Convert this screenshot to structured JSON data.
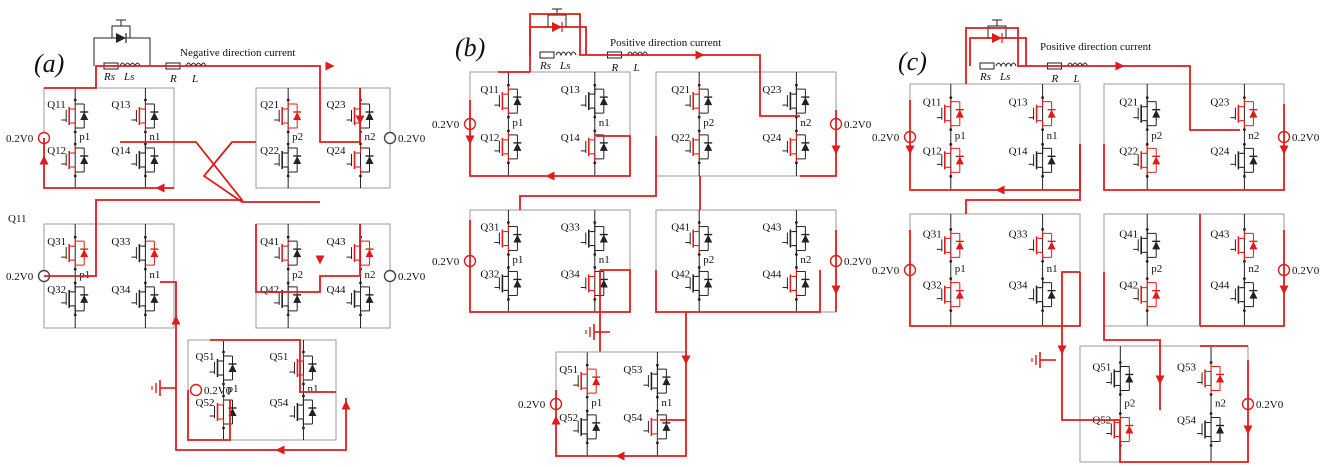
{
  "panels": [
    {
      "label": "(a)",
      "direction": "Negative direction current",
      "rs": "Rs",
      "ls": "Ls",
      "r": "R",
      "l": "L",
      "extra": "Q11",
      "cells": [
        {
          "q": [
            "Q11",
            "Q13",
            "Q12",
            "Q14"
          ],
          "p": "p1",
          "n": "n1",
          "v": "0.2V0",
          "vside": "left"
        },
        {
          "q": [
            "Q21",
            "Q23",
            "Q22",
            "Q24"
          ],
          "p": "p2",
          "n": "n2",
          "v": "0.2V0",
          "vside": "right"
        },
        {
          "q": [
            "Q31",
            "Q33",
            "Q32",
            "Q34"
          ],
          "p": "p1",
          "n": "n1",
          "v": "0.2V0",
          "vside": "left"
        },
        {
          "q": [
            "Q41",
            "Q43",
            "Q42",
            "Q44"
          ],
          "p": "p2",
          "n": "n2",
          "v": "0.2V0",
          "vside": "right"
        },
        {
          "q": [
            "Q51",
            "Q51",
            "Q52",
            "Q54"
          ],
          "p": "p1",
          "n": "n1",
          "v": "0.2V0",
          "vside": "inner"
        }
      ]
    },
    {
      "label": "(b)",
      "direction": "Positive direction current",
      "rs": "Rs",
      "ls": "Ls",
      "r": "R",
      "l": "L",
      "extra": "",
      "cells": [
        {
          "q": [
            "Q11",
            "Q13",
            "Q12",
            "Q14"
          ],
          "p": "p1",
          "n": "n1",
          "v": "0.2V0",
          "vside": "left"
        },
        {
          "q": [
            "Q21",
            "Q23",
            "Q22",
            "Q24"
          ],
          "p": "p2",
          "n": "n2",
          "v": "0.2V0",
          "vside": "right"
        },
        {
          "q": [
            "Q31",
            "Q33",
            "Q32",
            "Q34"
          ],
          "p": "p1",
          "n": "n1",
          "v": "0.2V0",
          "vside": "left"
        },
        {
          "q": [
            "Q41",
            "Q43",
            "Q42",
            "Q44"
          ],
          "p": "p2",
          "n": "n2",
          "v": "0.2V0",
          "vside": "right"
        },
        {
          "q": [
            "Q51",
            "Q53",
            "Q52",
            "Q54"
          ],
          "p": "p1",
          "n": "n1",
          "v": "0.2V0",
          "vside": "left"
        }
      ]
    },
    {
      "label": "(c)",
      "direction": "Positive direction current",
      "rs": "Rs",
      "ls": "Ls",
      "r": "R",
      "l": "L",
      "extra": "",
      "cells": [
        {
          "q": [
            "Q11",
            "Q13",
            "Q12",
            "Q14"
          ],
          "p": "p1",
          "n": "n1",
          "v": "0.2V0",
          "vside": "left"
        },
        {
          "q": [
            "Q21",
            "Q23",
            "Q22",
            "Q24"
          ],
          "p": "p2",
          "n": "n2",
          "v": "0.2V0",
          "vside": "right"
        },
        {
          "q": [
            "Q31",
            "Q33",
            "Q32",
            "Q34"
          ],
          "p": "p1",
          "n": "n1",
          "v": "0.2V0",
          "vside": "left"
        },
        {
          "q": [
            "Q41",
            "Q43",
            "Q42",
            "Q44"
          ],
          "p": "p2",
          "n": "n2",
          "v": "0.2V0",
          "vside": "right"
        },
        {
          "q": [
            "Q51",
            "Q53",
            "Q52",
            "Q54"
          ],
          "p": "p2",
          "n": "n2",
          "v": "0.2V0",
          "vside": "right"
        }
      ]
    }
  ],
  "colors": {
    "path": "#e11b1b",
    "device": "#222222",
    "frame": "#9a9a9a"
  }
}
